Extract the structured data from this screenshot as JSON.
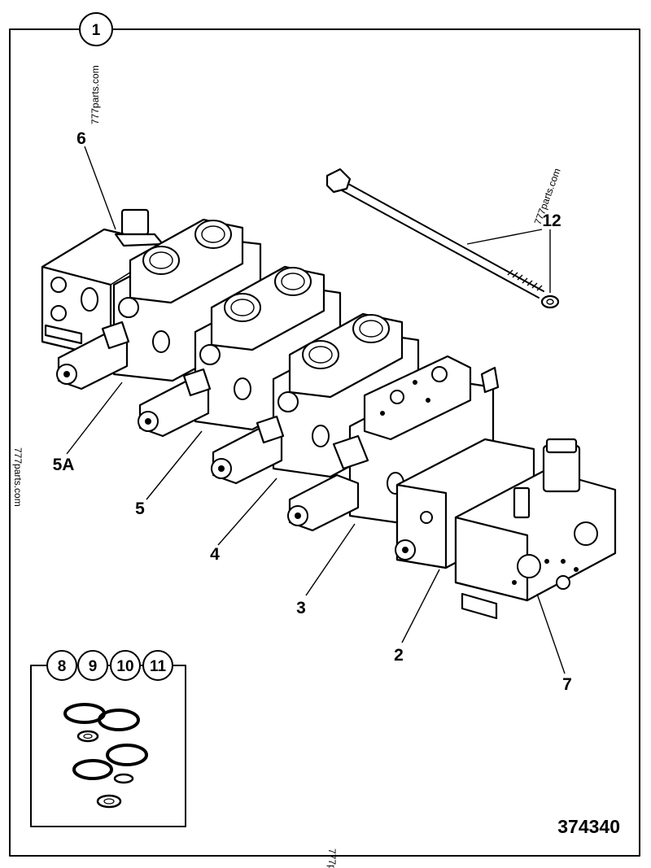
{
  "diagram": {
    "main_callout": "1",
    "labels": {
      "p6": "6",
      "p5a": "5A",
      "p5": "5",
      "p4": "4",
      "p3": "3",
      "p2": "2",
      "p7": "7",
      "p12": "12"
    },
    "seal_kit_callouts": [
      "8",
      "9",
      "10",
      "11"
    ],
    "drawing_number": "374340",
    "watermarks": {
      "top": "777parts.com",
      "bolt": "777parts.com",
      "left": "777parts.com",
      "bottom": "777p"
    }
  }
}
